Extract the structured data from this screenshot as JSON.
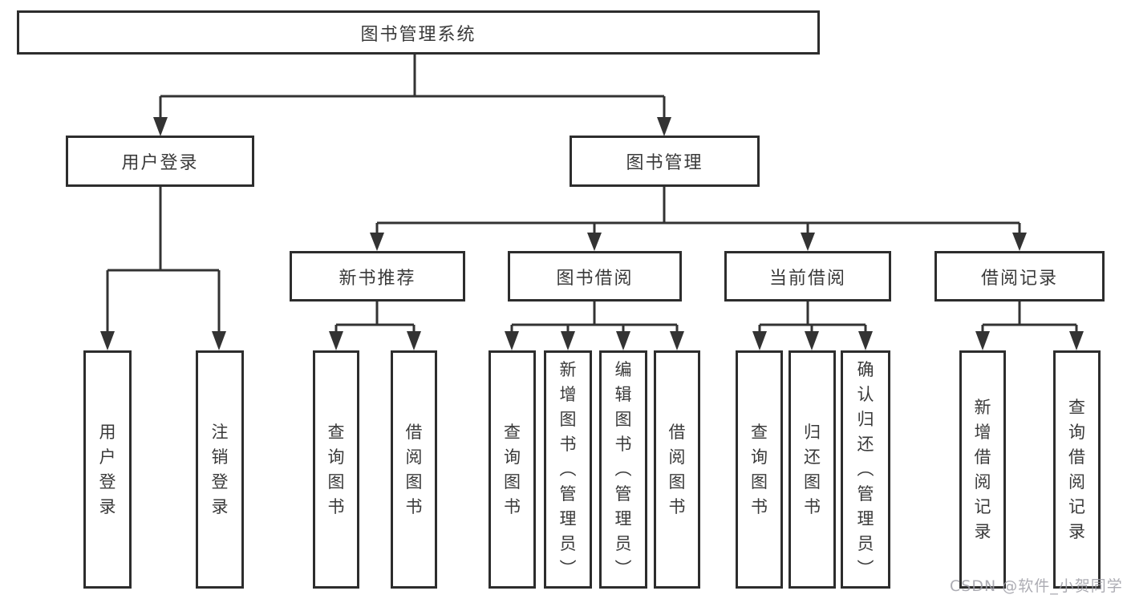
{
  "tree": {
    "root": "图书管理系统",
    "user_login": {
      "label": "用户登录",
      "children": [
        "用户登录",
        "注销登录"
      ]
    },
    "book_mgmt": {
      "label": "图书管理",
      "groups": [
        {
          "label": "新书推荐",
          "children": [
            "查询图书",
            "借阅图书"
          ]
        },
        {
          "label": "图书借阅",
          "children": [
            "查询图书",
            "新增图书（管理员）",
            "编辑图书（管理员）",
            "借阅图书"
          ]
        },
        {
          "label": "当前借阅",
          "children": [
            "查询图书",
            "归还图书",
            "确认归还（管理员）"
          ]
        },
        {
          "label": "借阅记录",
          "children": [
            "新增借阅记录",
            "查询借阅记录"
          ]
        }
      ]
    }
  },
  "watermark": "CSDN @软件_小贺同学",
  "colors": {
    "line": "#333333",
    "border": "#2d2d2d",
    "text": "#3a3a3a",
    "watermark": "#9e9ea6"
  }
}
